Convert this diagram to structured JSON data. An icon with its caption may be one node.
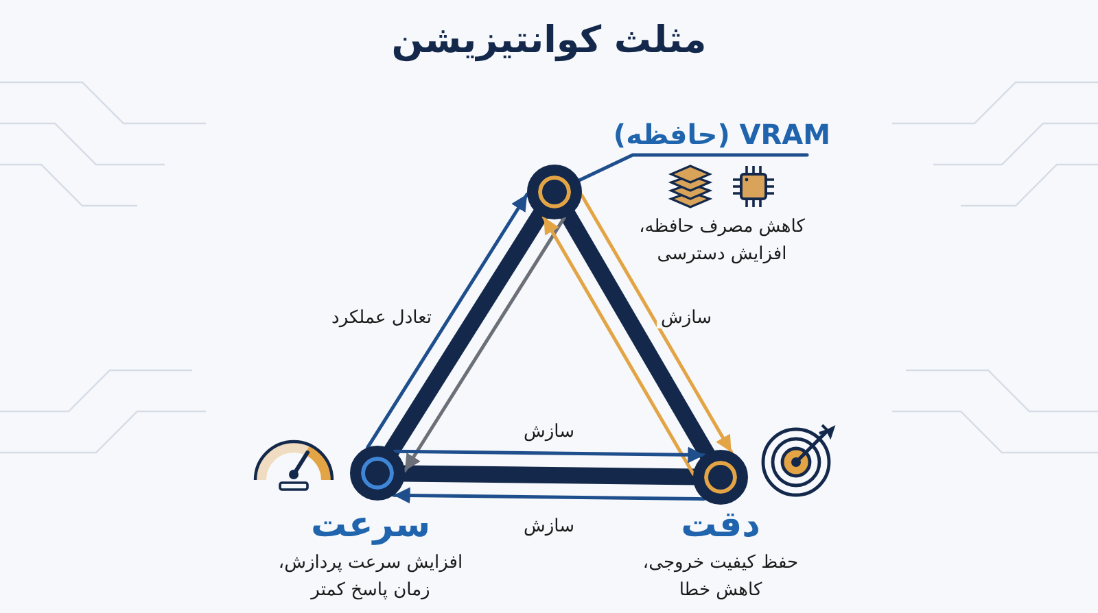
{
  "diagram": {
    "title": "مثلث کوانتیزیشن",
    "nodes": [
      {
        "text": [],
        "shape": "circle"
      },
      {
        "text": [],
        "shape": "circle"
      },
      {
        "text": [],
        "shape": "circle"
      },
      {
        "text": [
          "VRAM (حافظه)",
          "کاهش مصرف حافظه، افزایش دسترسی"
        ]
      },
      {
        "text": [
          "سرعت",
          "افزایش سرعت پردازش، زمان پاسخ کمتر"
        ]
      },
      {
        "text": [
          "دقت",
          "حفظ کیفیت خروجی، کاهش خطا"
        ]
      }
    ],
    "edges": [
      {
        "from": 0,
        "to": 1,
        "arrow": "none",
        "style": "thick",
        "color": "#13284a"
      },
      {
        "from": 1,
        "to": 2,
        "arrow": "none",
        "style": "thick",
        "color": "#13284a"
      },
      {
        "from": 2,
        "to": 0,
        "arrow": "none",
        "style": "thick",
        "color": "#13284a"
      },
      {
        "from": 1,
        "to": 0,
        "arrow": "to",
        "label": "تعادل عملکرد"
      },
      {
        "from": 0,
        "to": 1,
        "arrow": "to",
        "color": "#6b6f78"
      },
      {
        "from": 2,
        "to": 0,
        "arrow": "to",
        "color": "#e3a445"
      },
      {
        "from": 0,
        "to": 2,
        "arrow": "to",
        "label": "سازش",
        "color": "#e3a445"
      },
      {
        "from": 1,
        "to": 2,
        "arrow": "to",
        "label": "سازش"
      },
      {
        "from": 2,
        "to": 1,
        "arrow": "to",
        "label": "سازش"
      },
      {
        "from": 3,
        "to": 0,
        "arrow": "none"
      }
    ]
  }
}
